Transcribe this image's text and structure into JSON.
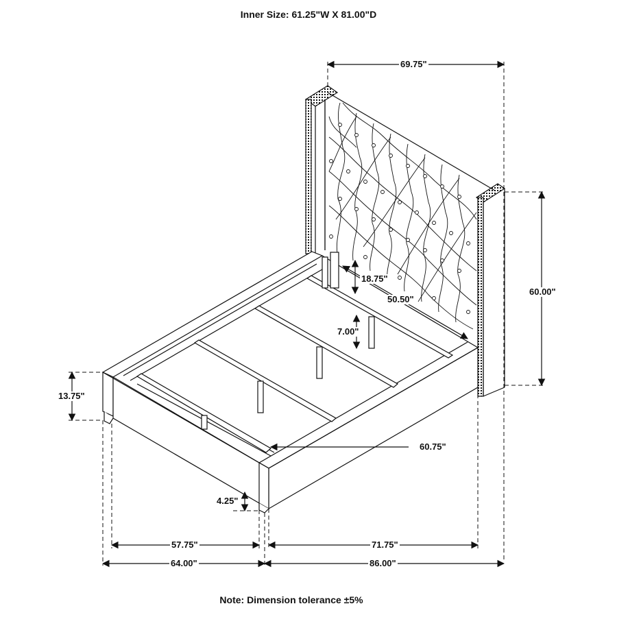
{
  "header": {
    "title": "Inner Size: 61.25\"W X 81.00\"D"
  },
  "footer": {
    "note": "Note: Dimension tolerance ±5%"
  },
  "dimensions": {
    "headboard_width": "69.75\"",
    "headboard_height": "60.00\"",
    "slat_support_height": "18.75\"",
    "inner_rail_length": "50.50\"",
    "center_leg_height": "7.00\"",
    "rail_height": "13.75\"",
    "footboard_inner_width": "60.75\"",
    "leg_height": "4.25\"",
    "inner_width": "57.75\"",
    "inner_length": "71.75\"",
    "overall_width": "64.00\"",
    "overall_length": "86.00\""
  },
  "colors": {
    "line": "#111111",
    "background": "#ffffff"
  }
}
